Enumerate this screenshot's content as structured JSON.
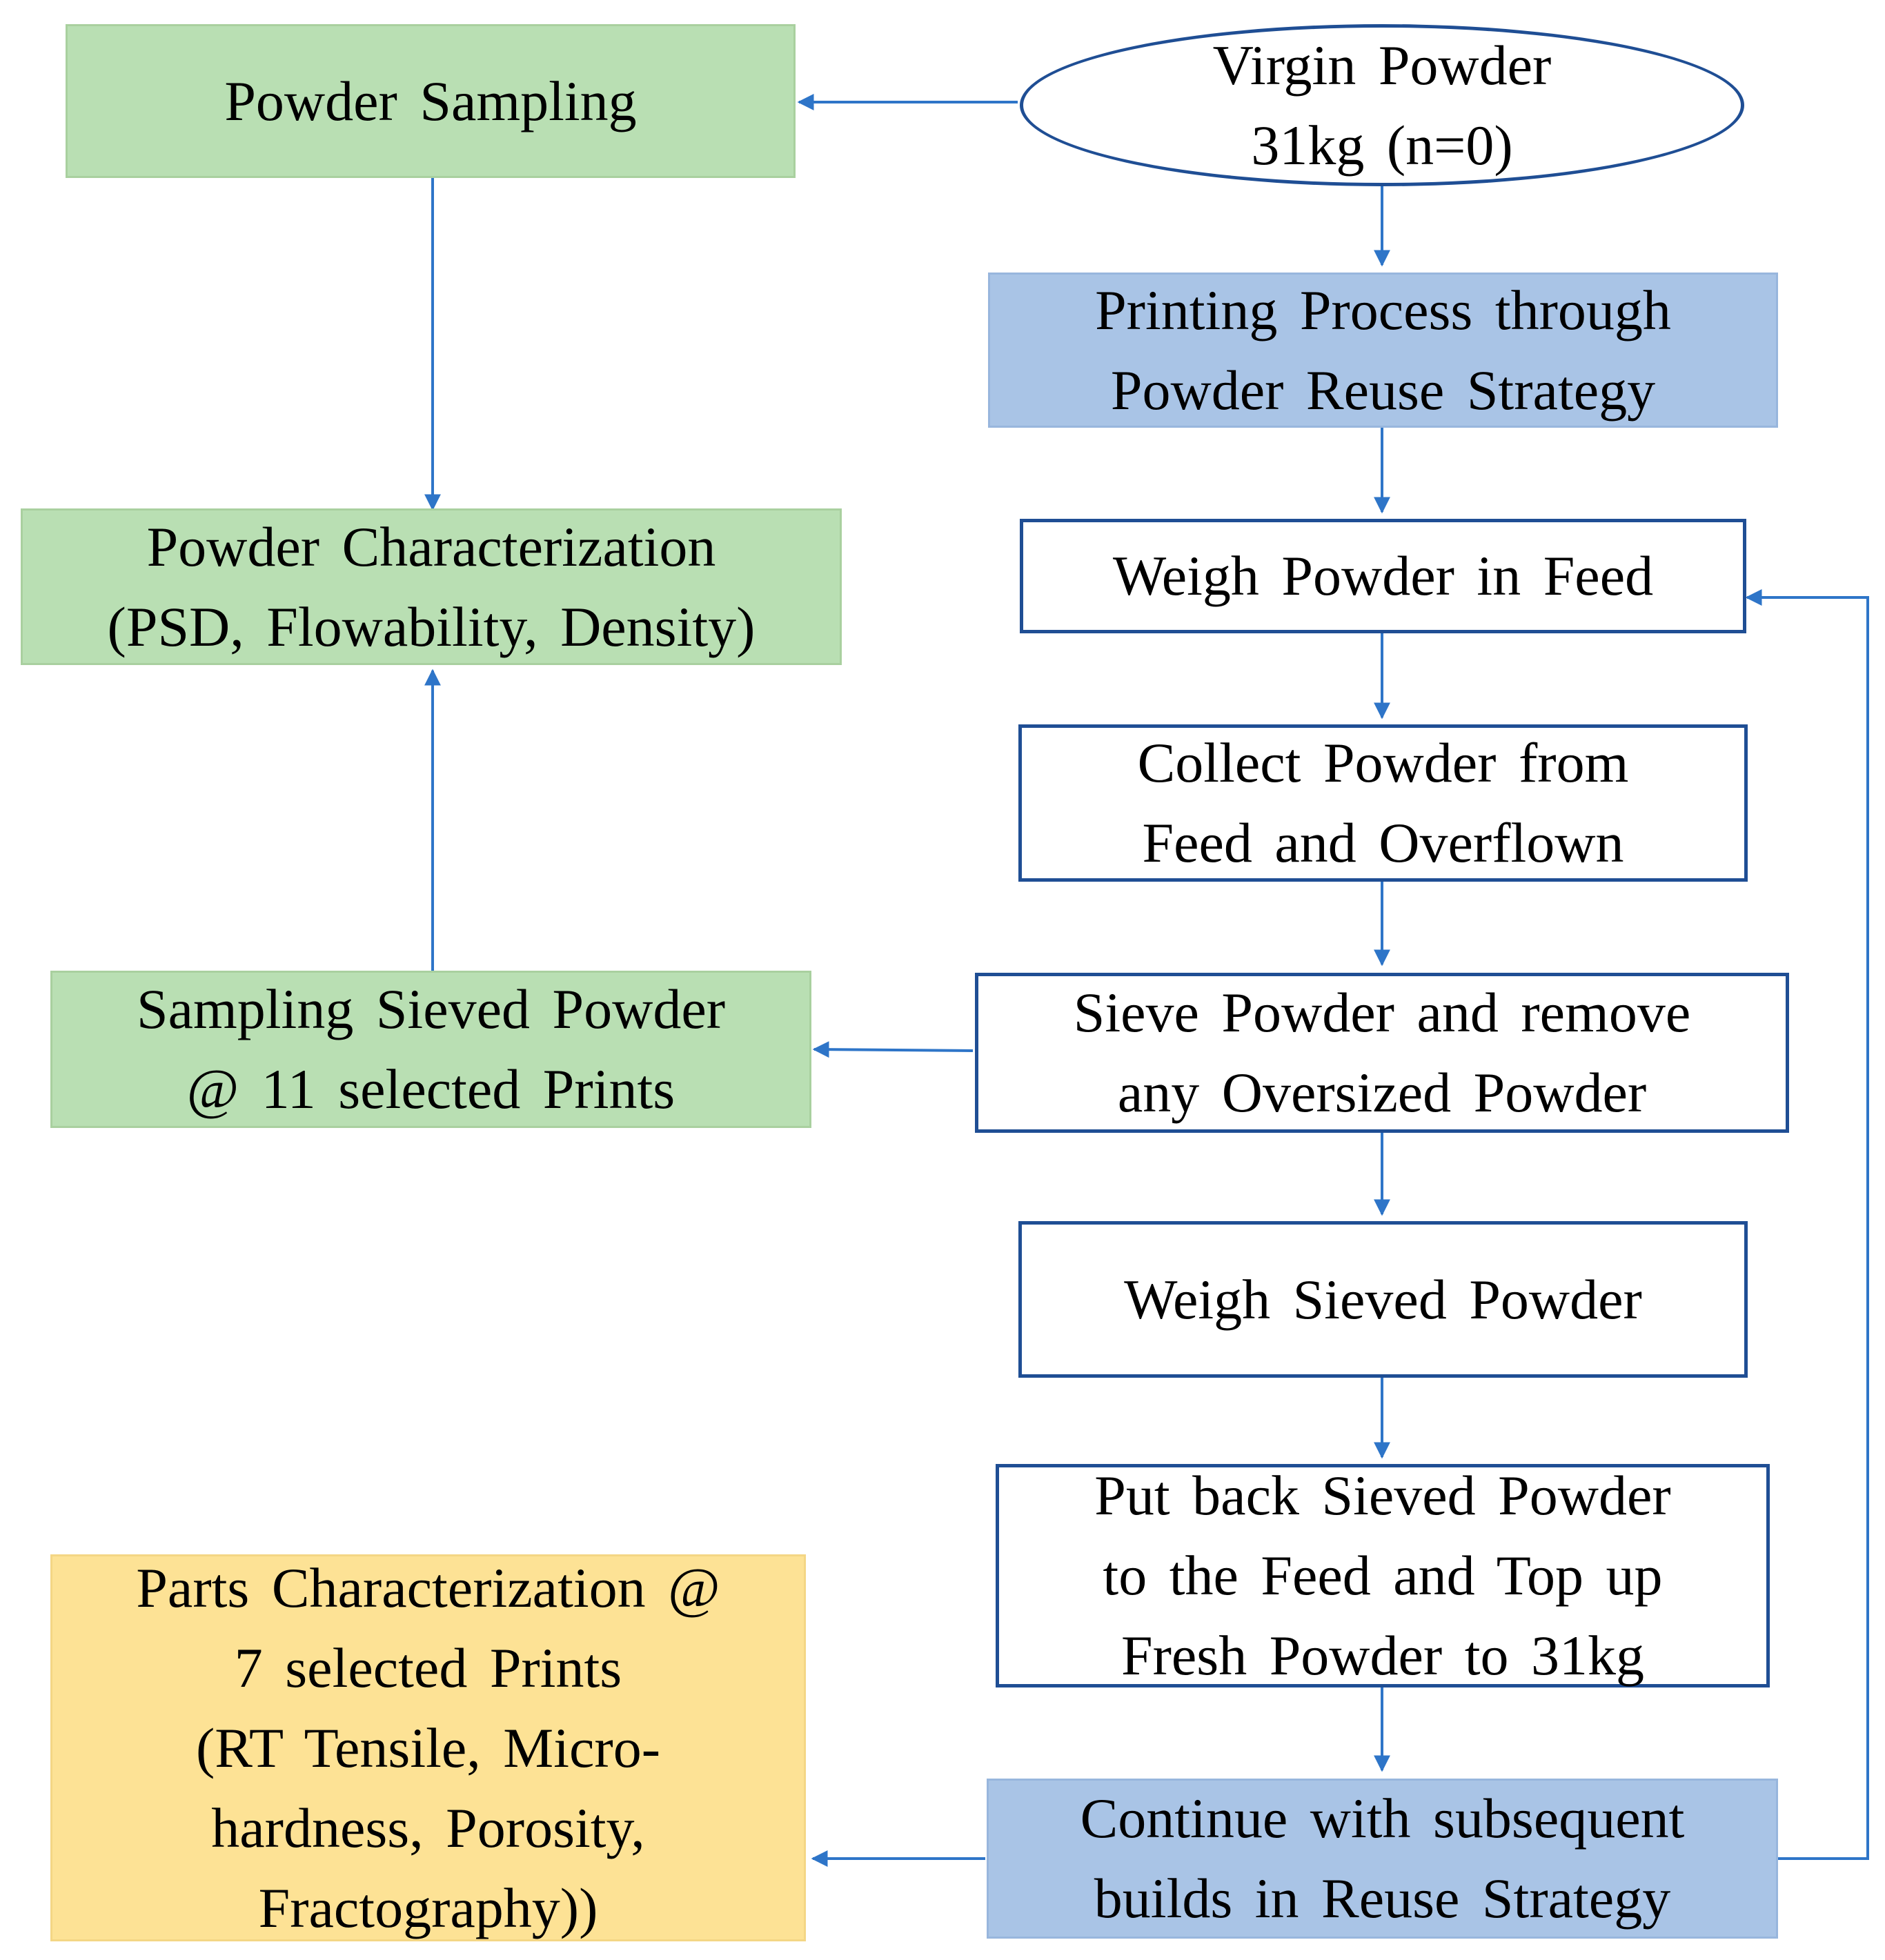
{
  "nodes": {
    "virgin_powder": [
      "Virgin Powder",
      "31kg (n=0)"
    ],
    "powder_sampling": [
      "Powder Sampling"
    ],
    "printing_process": [
      "Printing Process through",
      "Powder Reuse Strategy"
    ],
    "weigh_feed": [
      "Weigh Powder in Feed"
    ],
    "powder_characterization": [
      "Powder Characterization",
      "(PSD, Flowability, Density)"
    ],
    "collect_powder": [
      "Collect Powder from",
      "Feed and Overflown"
    ],
    "sieve_powder": [
      "Sieve Powder and remove",
      "any Oversized Powder"
    ],
    "sampling_sieved": [
      "Sampling Sieved Powder",
      "@ 11 selected Prints"
    ],
    "weigh_sieved": [
      "Weigh Sieved Powder"
    ],
    "put_back": [
      "Put back Sieved Powder",
      "to the Feed and Top up",
      "Fresh Powder to 31kg"
    ],
    "parts_characterization": [
      "Parts Characterization @",
      "7 selected Prints",
      "(RT Tensile, Micro-",
      "hardness, Porosity,",
      "Fractography))"
    ],
    "continue_builds": [
      "Continue with subsequent",
      "builds in Reuse Strategy"
    ]
  },
  "colors": {
    "green_fill": "#b9dfb3",
    "blue_fill": "#a9c4e6",
    "yellow_fill": "#fde295",
    "outline": "#1f4e94",
    "arrow": "#2e75c8"
  }
}
